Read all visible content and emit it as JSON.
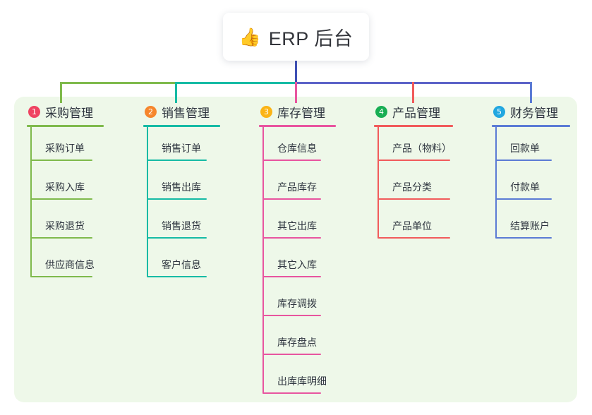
{
  "root": {
    "emoji": "👍",
    "emoji_name": "thumbs-up-icon",
    "title": "ERP 后台"
  },
  "palette": {
    "panel_background": "#eef8e9",
    "page_background": "#ffffff",
    "root_stem": "#3f51b5",
    "bus_right": "#5c63c8",
    "text": "#2f3640"
  },
  "branches": [
    {
      "number": "1",
      "title": "采购管理",
      "color": "#7fba4c",
      "badge_color": "#ef4361",
      "items": [
        {
          "label": "采购订单"
        },
        {
          "label": "采购入库"
        },
        {
          "label": "采购退货"
        },
        {
          "label": "供应商信息"
        }
      ]
    },
    {
      "number": "2",
      "title": "销售管理",
      "color": "#16bba5",
      "badge_color": "#f6862c",
      "items": [
        {
          "label": "销售订单"
        },
        {
          "label": "销售出库"
        },
        {
          "label": "销售退货"
        },
        {
          "label": "客户信息"
        }
      ]
    },
    {
      "number": "3",
      "title": "库存管理",
      "color": "#e8559f",
      "badge_color": "#fbb416",
      "items": [
        {
          "label": "仓库信息"
        },
        {
          "label": "产品库存"
        },
        {
          "label": "其它出库"
        },
        {
          "label": "其它入库"
        },
        {
          "label": "库存调拨"
        },
        {
          "label": "库存盘点"
        },
        {
          "label": "出库库明细"
        }
      ]
    },
    {
      "number": "4",
      "title": "产品管理",
      "color": "#f15b5b",
      "badge_color": "#18ae54",
      "items": [
        {
          "label": "产品（物料）"
        },
        {
          "label": "产品分类"
        },
        {
          "label": "产品单位"
        }
      ]
    },
    {
      "number": "5",
      "title": "财务管理",
      "color": "#5b7bd5",
      "badge_color": "#21a7e0",
      "items": [
        {
          "label": "回款单"
        },
        {
          "label": "付款单"
        },
        {
          "label": "结算账户"
        }
      ]
    }
  ]
}
